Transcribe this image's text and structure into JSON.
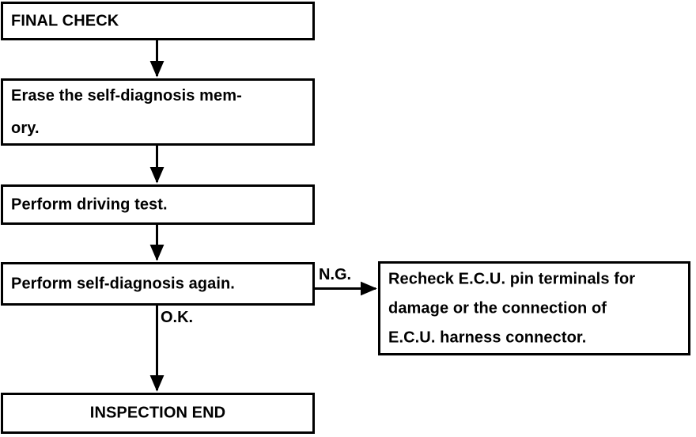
{
  "diagram": {
    "title": "FINAL CHECK",
    "type": "flowchart",
    "orientation": "top-to-bottom",
    "nodes": [
      {
        "id": "final-check",
        "label": "FINAL CHECK",
        "shape": "rectangle",
        "align": "left"
      },
      {
        "id": "erase-memory",
        "label": "Erase the self-diagnosis mem-\nory.",
        "shape": "rectangle",
        "align": "left"
      },
      {
        "id": "driving-test",
        "label": "Perform driving test.",
        "shape": "rectangle",
        "align": "left"
      },
      {
        "id": "self-diagnosis-again",
        "label": "Perform self-diagnosis again.",
        "shape": "rectangle",
        "align": "left"
      },
      {
        "id": "recheck-ecu",
        "label": "Recheck E.C.U. pin terminals for\ndamage or the connection of\nE.C.U. harness connector.",
        "shape": "rectangle",
        "align": "left"
      },
      {
        "id": "inspection-end",
        "label": "INSPECTION END",
        "shape": "rectangle",
        "align": "center"
      }
    ],
    "edges": [
      {
        "id": "e1",
        "from": "final-check",
        "to": "erase-memory",
        "label": ""
      },
      {
        "id": "e2",
        "from": "erase-memory",
        "to": "driving-test",
        "label": ""
      },
      {
        "id": "e3",
        "from": "driving-test",
        "to": "self-diagnosis-again",
        "label": ""
      },
      {
        "id": "e4",
        "from": "self-diagnosis-again",
        "to": "recheck-ecu",
        "label": "N.G."
      },
      {
        "id": "e5",
        "from": "self-diagnosis-again",
        "to": "inspection-end",
        "label": "O.K."
      }
    ],
    "edge_labels": {
      "ng": "N.G.",
      "ok": "O.K."
    },
    "colors": {
      "stroke": "#000000",
      "fill": "#ffffff",
      "text": "#000000"
    }
  }
}
